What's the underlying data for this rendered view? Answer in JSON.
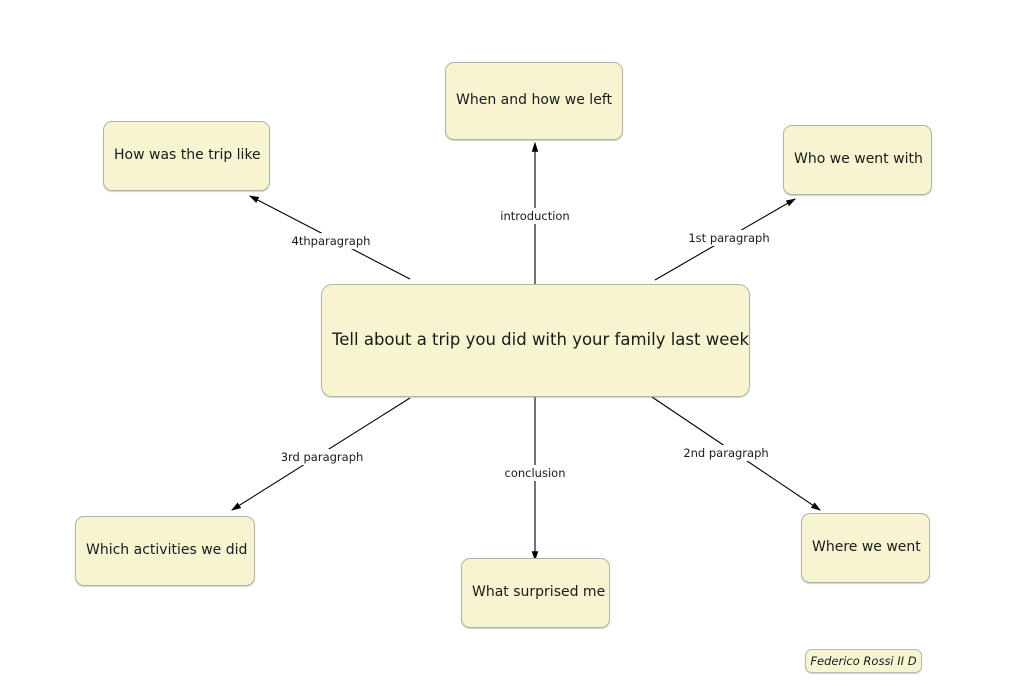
{
  "diagram": {
    "type": "mind-map",
    "title": "Tell about a trip you did with your family last week",
    "background_color": "#ffffff",
    "node_fill_color": "#f7f4d2",
    "node_border_color": "#b3b3a8",
    "edge_color": "#000000"
  },
  "central_node": {
    "label": "Tell about a trip you did with your family last week"
  },
  "nodes": [
    {
      "id": "when-how-we-left",
      "label": "When and how we left"
    },
    {
      "id": "how-was-trip-like",
      "label": "How was the trip like"
    },
    {
      "id": "who-we-went-with",
      "label": "Who we went with"
    },
    {
      "id": "which-activities",
      "label": "Which activities we did"
    },
    {
      "id": "what-surprised-me",
      "label": "What surprised me"
    },
    {
      "id": "where-we-went",
      "label": "Where we went"
    }
  ],
  "edges": [
    {
      "id": "edge-introduction",
      "label": "introduction",
      "from": "central",
      "to": "when-how-we-left"
    },
    {
      "id": "edge-1st-paragraph",
      "label": "1st paragraph",
      "from": "central",
      "to": "who-we-went-with"
    },
    {
      "id": "edge-2nd-paragraph",
      "label": "2nd paragraph",
      "from": "central",
      "to": "where-we-went"
    },
    {
      "id": "edge-3rd-paragraph",
      "label": "3rd paragraph",
      "from": "central",
      "to": "which-activities"
    },
    {
      "id": "edge-4th-paragraph",
      "label": "4thparagraph",
      "from": "central",
      "to": "how-was-trip-like"
    },
    {
      "id": "edge-conclusion",
      "label": "conclusion",
      "from": "central",
      "to": "what-surprised-me"
    }
  ],
  "signature": {
    "label": "Federico Rossi II D"
  }
}
